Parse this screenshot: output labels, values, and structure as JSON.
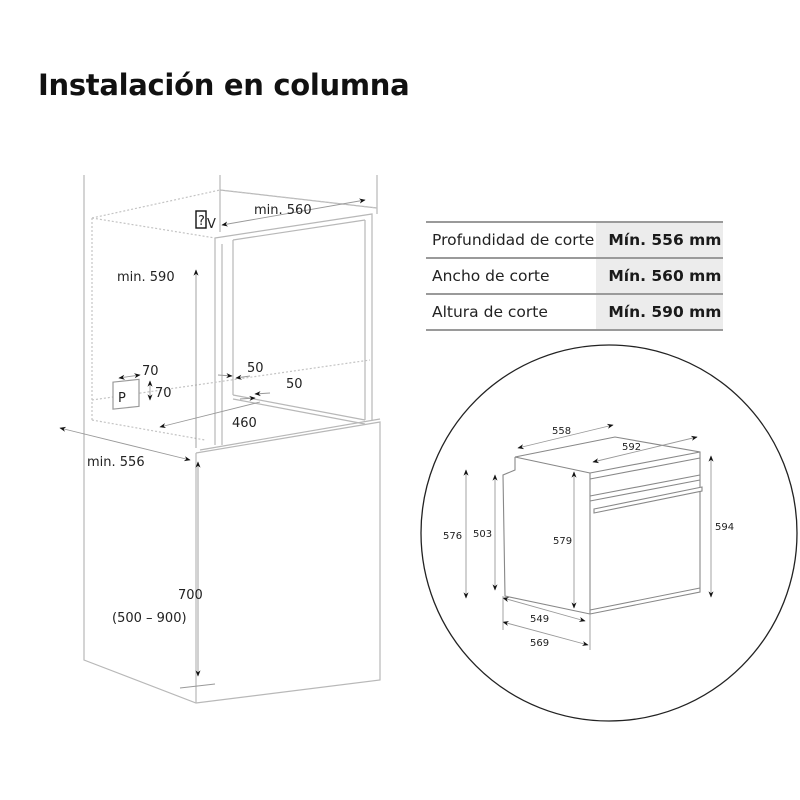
{
  "title": "Instalación en columna",
  "spec_table": {
    "rows": [
      {
        "label": "Profundidad de corte",
        "value": "Mín. 556 mm"
      },
      {
        "label": "Ancho de corte",
        "value": "Mín. 560 mm"
      },
      {
        "label": "Altura de corte",
        "value": "Mín. 590 mm"
      }
    ],
    "value_bg_color": "#ececec",
    "border_color": "#9a9a9a"
  },
  "column_diagram": {
    "labels": {
      "width_min": "min. 560",
      "height_min": "min. 590",
      "depth_min": "min. 556",
      "ventilation_symbol": "?",
      "ventilation_letter": "V",
      "power_box_letter": "P",
      "power_box_width": "70",
      "power_box_height": "70",
      "gap_side": "50",
      "gap_rear": "50",
      "shelf_depth": "460",
      "base_height": "700",
      "base_height_range": "(500 – 900)"
    }
  },
  "oven_detail": {
    "labels": {
      "top_depth": "558",
      "front_width": "592",
      "rear_height": "576",
      "body_height_rear": "503",
      "body_height_front": "579",
      "front_height": "594",
      "body_depth": "549",
      "total_depth": "569"
    }
  }
}
